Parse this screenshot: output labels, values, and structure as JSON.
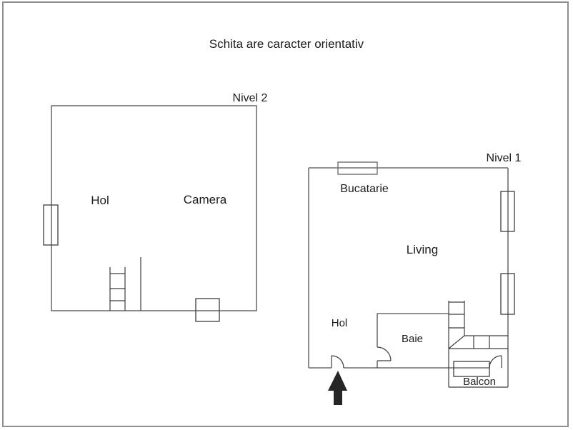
{
  "title": "Schita are caracter orientativ",
  "colors": {
    "background": "#ffffff",
    "frame_border": "#8f8f8f",
    "wall_line": "#6f6f6f",
    "detail_line": "#3d3d3d",
    "text": "#1c1c1c",
    "arrow_fill": "#262626"
  },
  "level2": {
    "label": "Nivel 2",
    "hol_label": "Hol",
    "camera_label": "Camera"
  },
  "level1": {
    "label": "Nivel 1",
    "bucatarie_label": "Bucatarie",
    "living_label": "Living",
    "hol_label": "Hol",
    "baie_label": "Baie",
    "balcon_label": "Balcon"
  }
}
